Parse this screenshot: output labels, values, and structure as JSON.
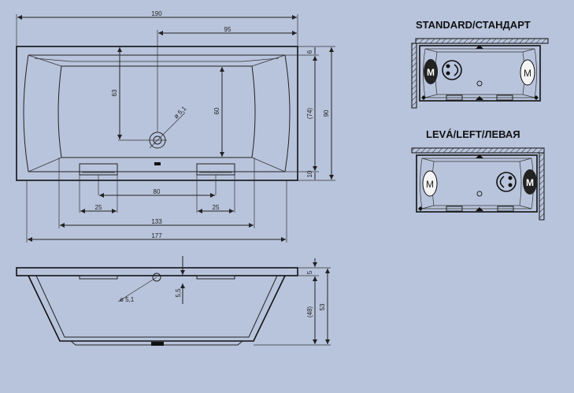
{
  "top_view": {
    "overall_length": "190",
    "half_length": "95",
    "drain_to_head": "63",
    "inner_depth": "60",
    "inner_width_overall": "(74)",
    "overall_width": "90",
    "rim_top": "6",
    "rim_bottom": "10",
    "drain_hole": "ø 5,1",
    "handle_spacing": "80",
    "handle_left": "25",
    "handle_right": "25",
    "bottom_length": "133",
    "inner_length": "177"
  },
  "side_view": {
    "overflow_hole": "ø 5,1",
    "overflow_height": "5,5",
    "rim": "5",
    "inner_depth": "(48)",
    "overall_height": "53"
  },
  "variants": [
    {
      "title": "STANDARD/СТАНДАРТ",
      "left_badge": "M",
      "right_badge": "M"
    },
    {
      "title": "LEVÁ/LEFT/ЛЕВАЯ",
      "left_badge": "M",
      "right_badge": "M"
    }
  ],
  "colors": {
    "background": "#b8c4dc",
    "line": "#111111",
    "badge_dark": "#222222",
    "badge_light": "#f4f4f4"
  }
}
